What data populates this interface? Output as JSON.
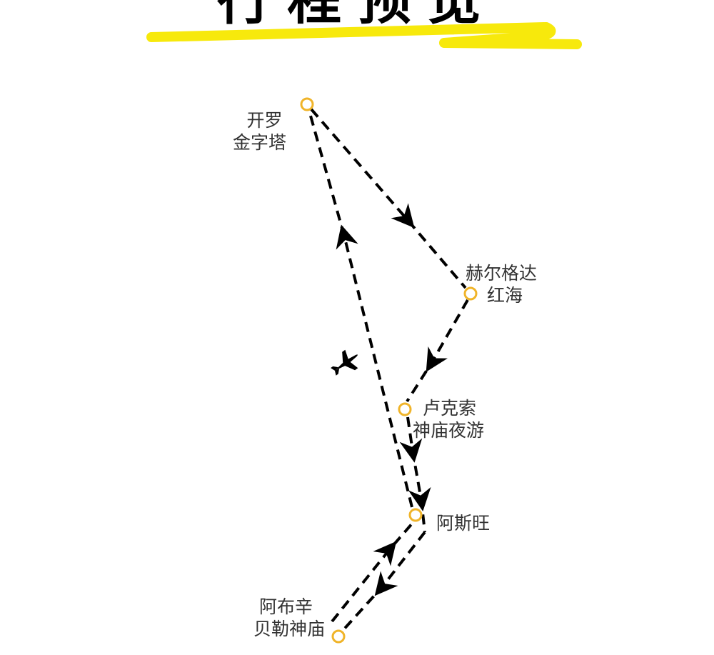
{
  "title": "行程预览",
  "colors": {
    "highlight": "#f7e90c",
    "node": "#f0b429",
    "route": "#000000",
    "text": "#333333"
  },
  "stops": [
    {
      "name": "开罗",
      "sub": "金字塔"
    },
    {
      "name": "赫尔格达",
      "sub": "红海"
    },
    {
      "name": "卢克索",
      "sub": "神庙夜游"
    },
    {
      "name": "阿斯旺",
      "sub": ""
    },
    {
      "name": "阿布辛",
      "sub": "贝勒神庙"
    }
  ],
  "flight_icon": "airplane-icon"
}
